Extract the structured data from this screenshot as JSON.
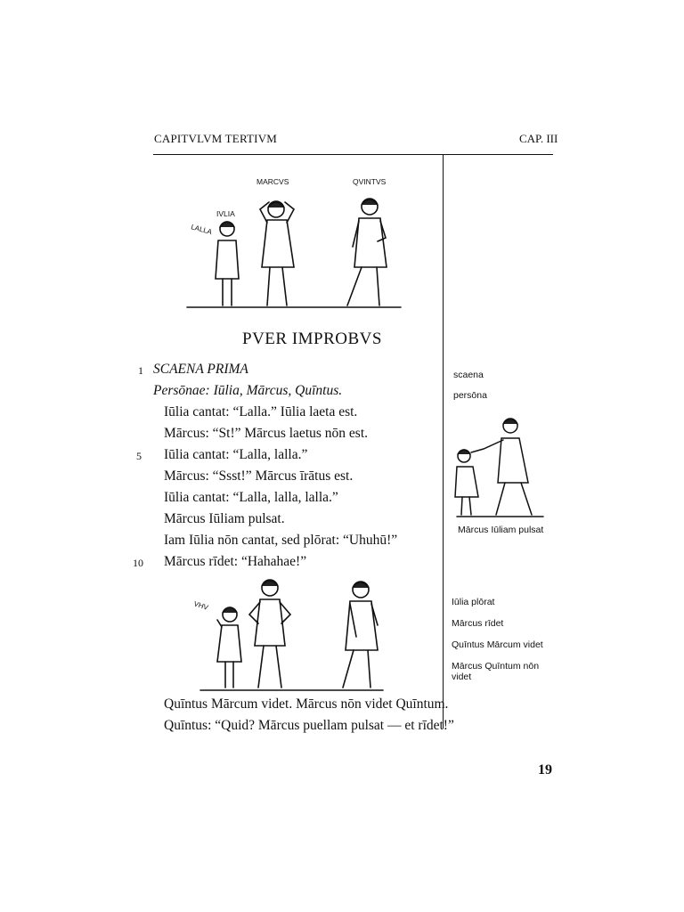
{
  "header": {
    "left": "CAPITVLVM TERTIVM",
    "right": "CAP. III"
  },
  "figure1": {
    "labels": [
      "MARCVS",
      "QVINTVS",
      "IVLIA",
      "LALLA"
    ]
  },
  "title": "PVER IMPROBVS",
  "lines": [
    {
      "num": "1",
      "text": "SCAENA PRIMA",
      "italic": true
    },
    {
      "num": "",
      "text": "Persōnae: Iūlia, Mārcus, Quīntus.",
      "italic": true
    },
    {
      "num": "",
      "text": "Iūlia cantat: “Lalla.” Iūlia laeta est."
    },
    {
      "num": "",
      "text": "Mārcus: “St!” Mārcus laetus nōn est."
    },
    {
      "num": "5",
      "text": "Iūlia cantat: “Lalla, lalla.”"
    },
    {
      "num": "",
      "text": "Mārcus: “Ssst!” Mārcus īrātus est."
    },
    {
      "num": "",
      "text": "Iūlia cantat: “Lalla, lalla, lalla.”"
    },
    {
      "num": "",
      "text": "Mārcus Iūliam pulsat."
    },
    {
      "num": "",
      "text": "Iam Iūlia nōn cantat, sed plōrat: “Uhuhū!”"
    },
    {
      "num": "10",
      "text": "Mārcus rīdet: “Hahahae!”"
    }
  ],
  "figure2": {
    "labels": [
      "VHV"
    ]
  },
  "lines_after": [
    {
      "text": "Quīntus Mārcum videt. Mārcus nōn videt Quīntum."
    },
    {
      "text": "Quīntus: “Quid? Mārcus puellam pulsat — et rīdet!”"
    }
  ],
  "margin": {
    "scaena": "scaena",
    "persona": "persōna",
    "caption": "Mārcus Iūliam pulsat",
    "notes": [
      "Iūlia plōrat",
      "Mārcus rīdet",
      "Quīntus Mārcum videt",
      "Mārcus Quīntum nōn videt"
    ]
  },
  "page_number": "19"
}
